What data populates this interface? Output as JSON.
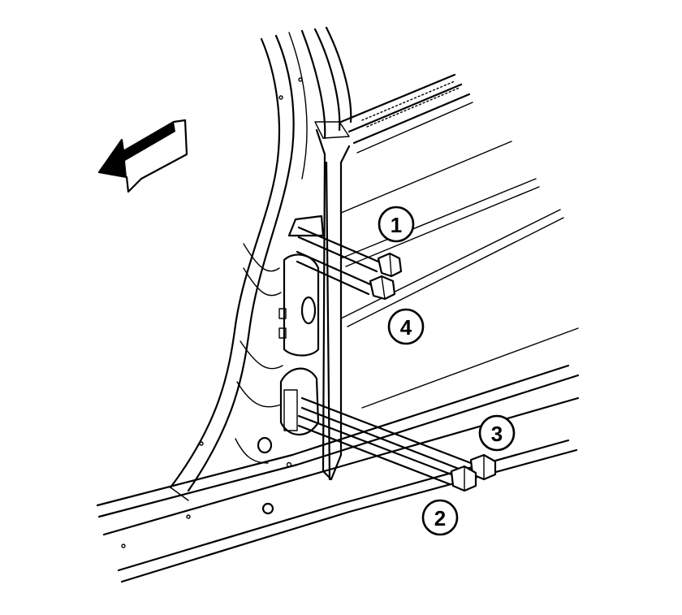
{
  "callouts": [
    {
      "id": "1",
      "label": "1"
    },
    {
      "id": "2",
      "label": "2"
    },
    {
      "id": "3",
      "label": "3"
    },
    {
      "id": "4",
      "label": "4"
    }
  ],
  "icons": {
    "direction_arrow": "forward-direction-arrow-icon",
    "bolt": "bolt-icon"
  },
  "colors": {
    "line": "#000000",
    "background": "#ffffff"
  }
}
